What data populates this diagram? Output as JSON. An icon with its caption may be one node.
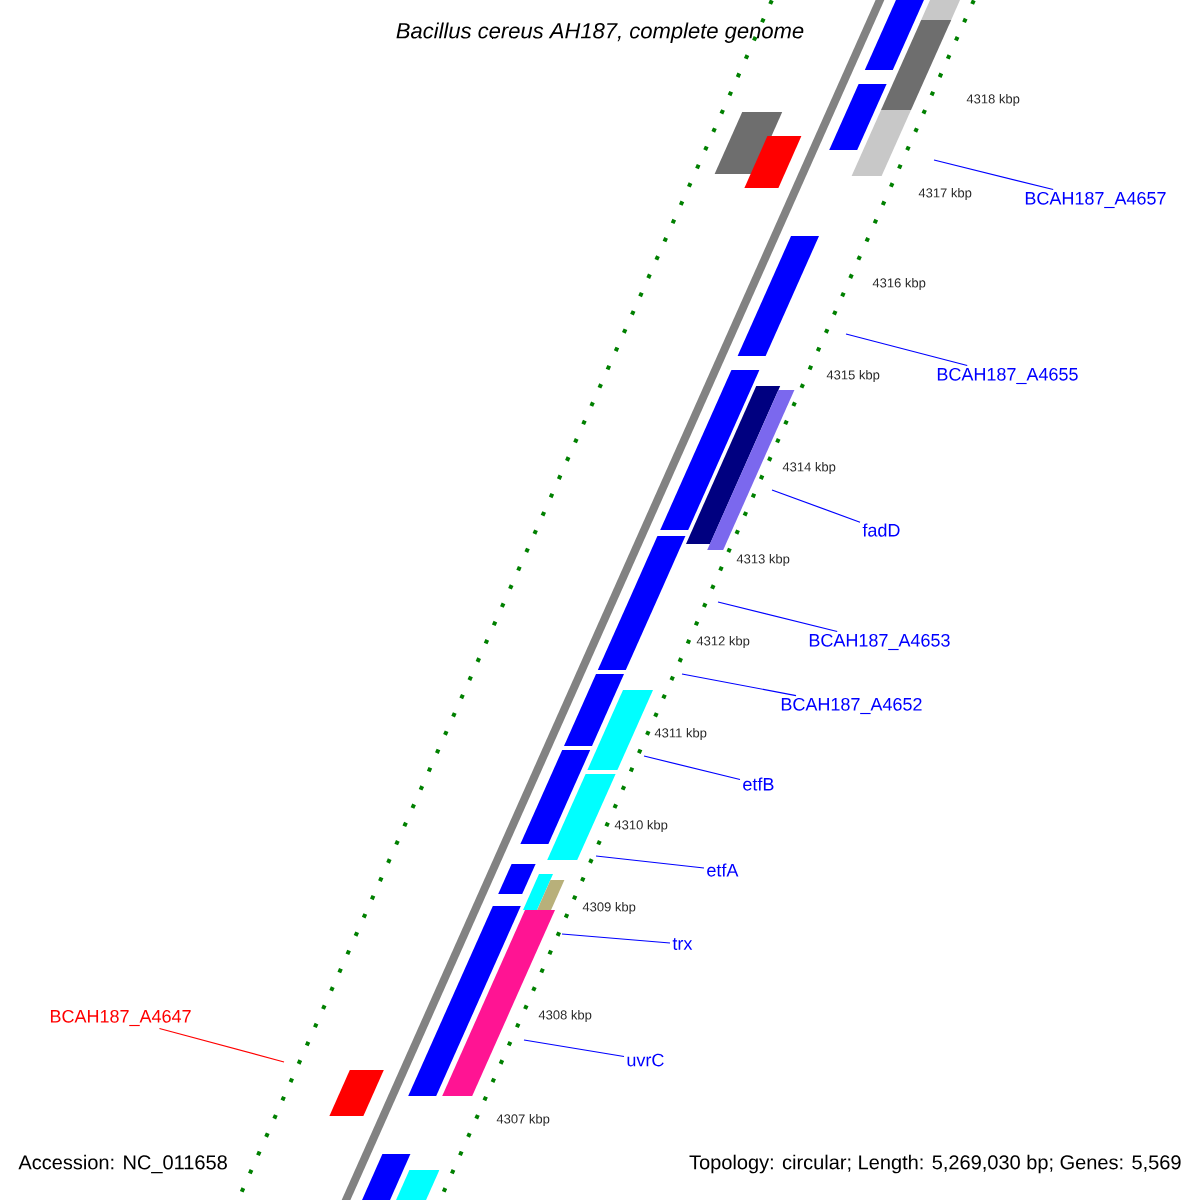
{
  "diagram": {
    "title": "Bacillus cereus AH187, complete genome",
    "nodes": [
      {
        "text": [
          "BCAH187_A4657"
        ]
      },
      {
        "text": [
          "BCAH187_A4655"
        ]
      },
      {
        "text": [
          "fadD"
        ]
      },
      {
        "text": [
          "BCAH187_A4653"
        ]
      },
      {
        "text": [
          "BCAH187_A4652"
        ]
      },
      {
        "text": [
          "etfB"
        ]
      },
      {
        "text": [
          "etfA"
        ]
      },
      {
        "text": [
          "trx"
        ]
      },
      {
        "text": [
          "uvrC"
        ]
      },
      {
        "text": [
          "BCAH187_A4647"
        ]
      }
    ],
    "edges": [
      {
        "from": 0,
        "to": null,
        "arrow": "none"
      },
      {
        "from": 1,
        "to": null,
        "arrow": "none"
      },
      {
        "from": 2,
        "to": null,
        "arrow": "none"
      },
      {
        "from": 3,
        "to": null,
        "arrow": "none"
      },
      {
        "from": 4,
        "to": null,
        "arrow": "none"
      },
      {
        "from": 5,
        "to": null,
        "arrow": "none"
      },
      {
        "from": 6,
        "to": null,
        "arrow": "none"
      },
      {
        "from": 7,
        "to": null,
        "arrow": "none"
      },
      {
        "from": 8,
        "to": null,
        "arrow": "none"
      },
      {
        "from": 9,
        "to": null,
        "arrow": "none",
        "color": "#ff0000"
      }
    ],
    "labels": [
      "4318 kbp",
      "4317 kbp",
      "4316 kbp",
      "4315 kbp",
      "4314 kbp",
      "4313 kbp",
      "4312 kbp",
      "4311 kbp",
      "4310 kbp",
      "4309 kbp",
      "4308 kbp",
      "4307 kbp",
      "Accession: NC_011658",
      "Topology: circular; Length: 5,269,030 bp; Genes: 5,569"
    ]
  }
}
